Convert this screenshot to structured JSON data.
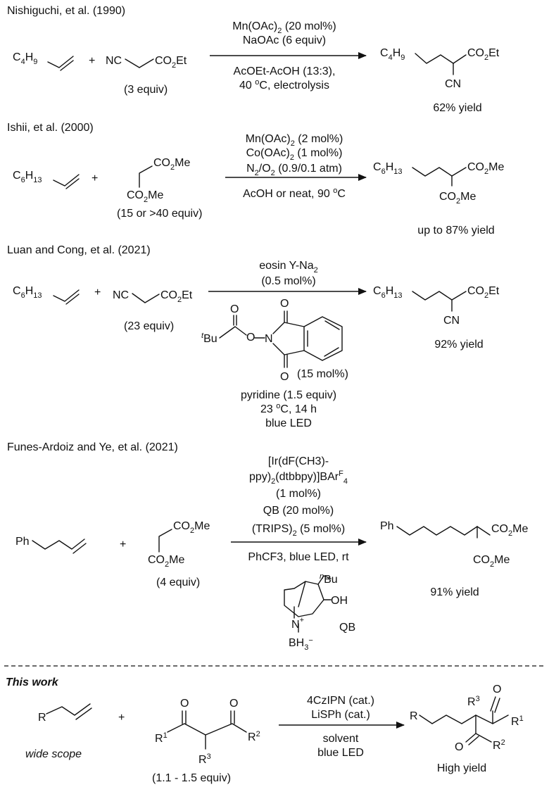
{
  "schemes": [
    {
      "title": "Nishiguchi, et al. (1990)",
      "reactant_alkyl": "C4H9",
      "reagent_left": "NC",
      "reagent_right": "CO2Et",
      "reagent_amount": "(3 equiv)",
      "above_arrow": [
        "Mn(OAc)2 (20 mol%)",
        "NaOAc (6 equiv)"
      ],
      "below_arrow": [
        "AcOEt-AcOH (13:3),",
        "40 oC, electrolysis"
      ],
      "product_alkyl": "C4H9",
      "product_sub_top": "CO2Et",
      "product_sub_bottom": "CN",
      "yield": "62% yield"
    },
    {
      "title": "Ishii, et al. (2000)",
      "reactant_alkyl": "C6H13",
      "reagent_top": "CO2Me",
      "reagent_bottom": "CO2Me",
      "reagent_amount": "(15 or >40 equiv)",
      "above_arrow": [
        "Mn(OAc)2 (2 mol%)",
        "Co(OAc)2 (1 mol%)",
        "N2/O2 (0.9/0.1 atm)"
      ],
      "below_arrow": [
        "AcOH or neat, 90 oC"
      ],
      "product_alkyl": "C6H13",
      "product_sub_top": "CO2Me",
      "product_sub_bottom": "CO2Me",
      "yield": "up to 87% yield"
    },
    {
      "title": "Luan and Cong, et al. (2021)",
      "reactant_alkyl": "C6H13",
      "reagent_left": "NC",
      "reagent_right": "CO2Et",
      "reagent_amount": "(23 equiv)",
      "above_arrow": [
        "eosin Y-Na2",
        "(0.5 mol%)"
      ],
      "catalyst_tbu": "tBu",
      "catalyst_o": "O",
      "catalyst_n": "N",
      "catalyst_amount": "(15 mol%)",
      "below_arrow": [
        "pyridine (1.5 equiv)",
        "23 oC, 14 h",
        "blue LED"
      ],
      "product_alkyl": "C6H13",
      "product_sub_top": "CO2Et",
      "product_sub_bottom": "CN",
      "yield": "92% yield"
    },
    {
      "title": "Funes-Ardoiz and Ye, et al. (2021)",
      "reactant_alkyl": "Ph",
      "reagent_top": "CO2Me",
      "reagent_bottom": "CO2Me",
      "reagent_amount": "(4 equiv)",
      "above_arrow": [
        "[Ir(dF(CH3)-",
        "ppy)2(dtbbpy)]BArF4",
        "(1 mol%)",
        "QB (20 mol%)",
        "(TRIPS)2 (5 mol%)"
      ],
      "below_arrow": [
        "PhCF3, blue LED, rt"
      ],
      "qb_nbu": "nBu",
      "qb_oh": "OH",
      "qb_n": "N+",
      "qb_bh3": "BH3−",
      "qb_label": "QB",
      "product_alkyl": "Ph",
      "product_sub_top": "CO2Me",
      "product_sub_bottom": "CO2Me",
      "yield": "91% yield"
    }
  ],
  "this_work": {
    "title": "This work",
    "reactant_r": "R",
    "reactant_label": "wide scope",
    "dione_o_left": "O",
    "dione_o_right": "O",
    "dione_r1": "R1",
    "dione_r2": "R2",
    "dione_r3": "R3",
    "dione_amount": "(1.1 - 1.5 equiv)",
    "above_arrow": [
      "4CzIPN (cat.)",
      "LiSPh (cat.)"
    ],
    "below_arrow": [
      "solvent",
      "blue LED"
    ],
    "product_r": "R",
    "product_r3": "R3",
    "product_r1": "R1",
    "product_r2": "R2",
    "product_o_top": "O",
    "product_o_bottom": "O",
    "yield": "High yield"
  },
  "plus": "+"
}
